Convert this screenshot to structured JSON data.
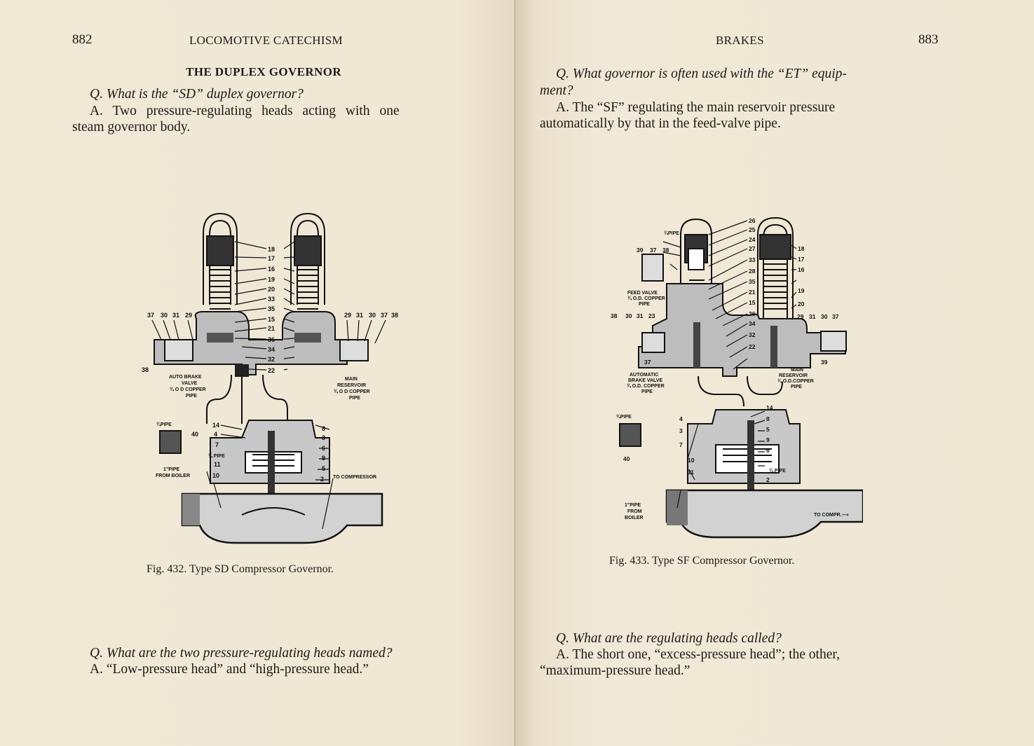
{
  "left_page": {
    "page_number": "882",
    "running_head": "LOCOMOTIVE CATECHISM",
    "section_title": "THE DUPLEX GOVERNOR",
    "qa1": {
      "question": "Q. What is the “SD” duplex governor?",
      "answer_line1": "A. Two pressure-regulating heads acting with one",
      "answer_line2": "steam governor body."
    },
    "figure": {
      "caption": "Fig. 432.  Type SD Compressor Governor.",
      "labels": {
        "n18": "18",
        "n17": "17",
        "n16": "16",
        "n19": "19",
        "n20": "20",
        "n33": "33",
        "n35": "35",
        "n15": "15",
        "n21": "21",
        "n36": "36",
        "n34": "34",
        "n32": "32",
        "n22": "22",
        "n37": "37",
        "n30": "30",
        "n31": "31",
        "n29": "29",
        "n29r": "29",
        "n31r": "31",
        "n30r": "30",
        "n37r": "37",
        "n38r": "38",
        "n38l": "38",
        "auto_brake_1": "AUTO BRAKE",
        "auto_brake_2": "VALVE",
        "auto_brake_3": "¾ O D COPPER",
        "auto_brake_4": "PIPE",
        "main_res_1": "MAIN",
        "main_res_2": "RESERVOIR",
        "main_res_3": "¾ O D COPPER",
        "main_res_4": "PIPE",
        "pipe_small": "¾PIPE",
        "n40": "40",
        "n14": "14",
        "n4": "4",
        "n7": "7",
        "pipe_mid": "¾ PIPE",
        "n11": "11",
        "n10": "10",
        "pipe_boiler_1": "1\"PIPE",
        "pipe_boiler_2": "FROM BOILER",
        "n8": "8",
        "n3": "3",
        "n6": "6",
        "n9": "9",
        "n5": "5",
        "n2": "2",
        "to_compressor": "TO COMPRESSOR"
      }
    },
    "qa2": {
      "question": "Q. What are the two pressure-regulating heads named?",
      "answer": "A. “Low-pressure head” and “high-pressure head.”"
    }
  },
  "right_page": {
    "page_number": "883",
    "running_head": "BRAKES",
    "qa1": {
      "question_line1": "Q. What governor is often used with the “ET” equip-",
      "question_line2": "ment?",
      "answer_line1": "A. The “SF” regulating the main reservoir pressure",
      "answer_line2": "automatically by that in the feed-valve pipe."
    },
    "figure": {
      "caption": "Fig. 433.  Type SF Compressor Governor.",
      "labels": {
        "pipe_top": "¾PIPE",
        "n26": "26",
        "n25": "25",
        "n24": "24",
        "n27": "27",
        "n33": "33",
        "n28": "28",
        "n35": "35",
        "n21": "21",
        "n15": "15",
        "n36": "36",
        "n34": "34",
        "n32": "32",
        "n22": "22",
        "n39": "39",
        "n37": "37",
        "n38": "38",
        "n38b": "38",
        "feed_1": "FEED VALVE",
        "feed_2": "¾ O.D. COPPER",
        "feed_3": "PIPE",
        "n30": "30",
        "n31": "31",
        "n23": "23",
        "n37b": "37",
        "auto_1": "AUTOMATIC",
        "auto_2": "BRAKE VALVE",
        "auto_3": "¾ O.D. COPPER",
        "auto_4": "PIPE",
        "n18": "18",
        "n17": "17",
        "n16": "16",
        "n19": "19",
        "n20": "20",
        "n29": "29",
        "n31r": "31",
        "n30r": "30",
        "n37r": "37",
        "n39r": "39",
        "main_1": "MAIN",
        "main_2": "RESERVOIR",
        "main_3": "¾ O.D.COPPER",
        "main_4": "PIPE",
        "n14": "14",
        "pipe_small": "¾PIPE",
        "n40": "40",
        "n4": "4",
        "n3": "3",
        "n7": "7",
        "n8": "8",
        "n5": "5",
        "n9": "9",
        "n6": "6",
        "pipe_mid": "¾ PIPE",
        "n10": "10",
        "n11": "11",
        "n2": "2",
        "boiler_1": "1\"PIPE",
        "boiler_2": "FROM",
        "boiler_3": "BOILER",
        "to_comp": "TO COMPR.⟶"
      }
    },
    "qa2": {
      "question": "Q. What are the regulating heads called?",
      "answer_line1": "A. The short one, “excess-pressure head”; the other,",
      "answer_line2": "“maximum-pressure head.”"
    }
  }
}
